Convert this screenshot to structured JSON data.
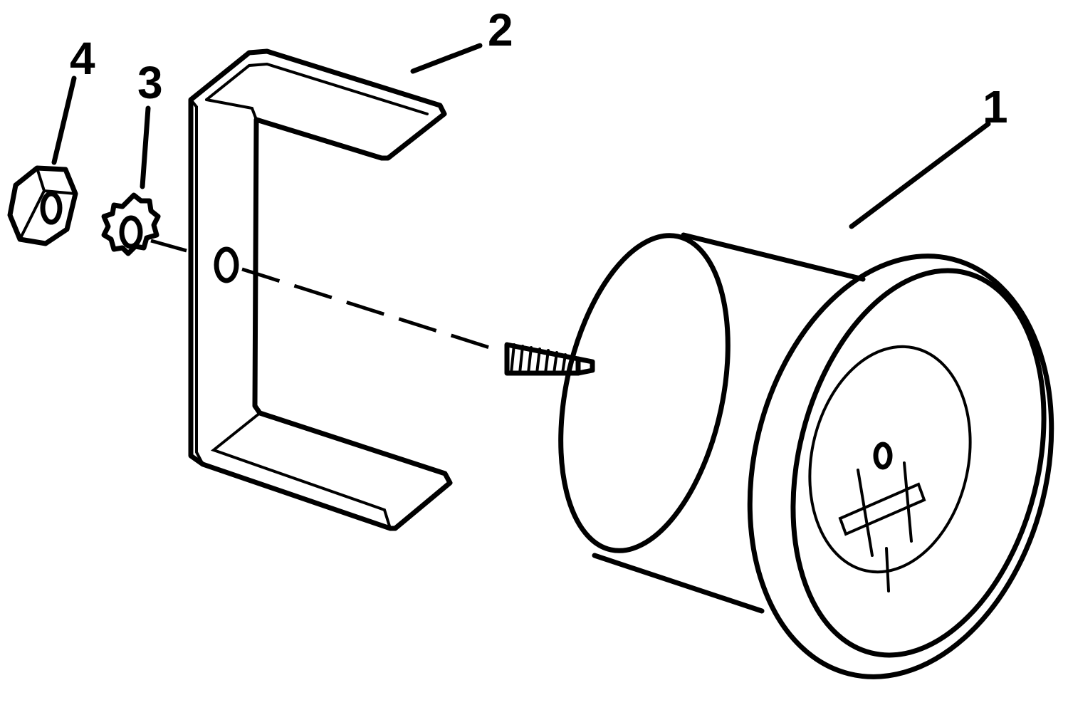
{
  "callouts": [
    {
      "number": "1",
      "part": "gauge"
    },
    {
      "number": "2",
      "part": "bracket"
    },
    {
      "number": "3",
      "part": "lock-washer"
    },
    {
      "number": "4",
      "part": "nut"
    }
  ],
  "colors": {
    "ink": "#000000",
    "paper": "#ffffff"
  }
}
